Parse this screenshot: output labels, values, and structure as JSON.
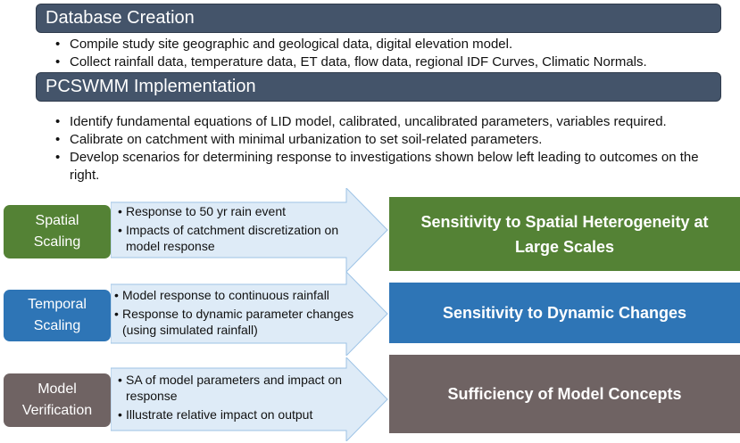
{
  "sections": {
    "database": {
      "title": "Database Creation",
      "bullets": [
        "Compile study site geographic and geological data, digital elevation model.",
        "Collect rainfall data, temperature data, ET data, flow data, regional IDF Curves, Climatic Normals."
      ]
    },
    "pcswmm": {
      "title": "PCSWMM Implementation",
      "bullets": [
        "Identify fundamental equations of LID model, calibrated, uncalibrated parameters, variables required.",
        "Calibrate on catchment with minimal urbanization to set soil-related parameters.",
        "Develop scenarios for determining response to investigations shown below left leading to outcomes on the right."
      ]
    }
  },
  "flows": [
    {
      "label_lines": [
        "Spatial",
        "Scaling"
      ],
      "label_color": "#548235",
      "bullets": [
        "Response to 50 yr rain event",
        "Impacts of catchment discretization on model response"
      ],
      "outcome": "Sensitivity to Spatial Heterogeneity at Large Scales",
      "outcome_color": "#548235"
    },
    {
      "label_lines": [
        "Temporal",
        "Scaling"
      ],
      "label_color": "#2e75b6",
      "bullets": [
        "Model response to continuous rainfall",
        "Response to dynamic parameter changes (using simulated rainfall)"
      ],
      "outcome": "Sensitivity to Dynamic Changes",
      "outcome_color": "#2e75b6"
    },
    {
      "label_lines": [
        "Model",
        "Verification"
      ],
      "label_color": "#6f6363",
      "bullets": [
        "SA of model parameters and impact on response",
        "Illustrate relative impact on output"
      ],
      "outcome": "Sufficiency of Model Concepts",
      "outcome_color": "#6f6363"
    }
  ],
  "colors": {
    "banner": "#44546a",
    "arrow_fill": "#deebf7",
    "arrow_stroke": "#9dc3e6"
  }
}
